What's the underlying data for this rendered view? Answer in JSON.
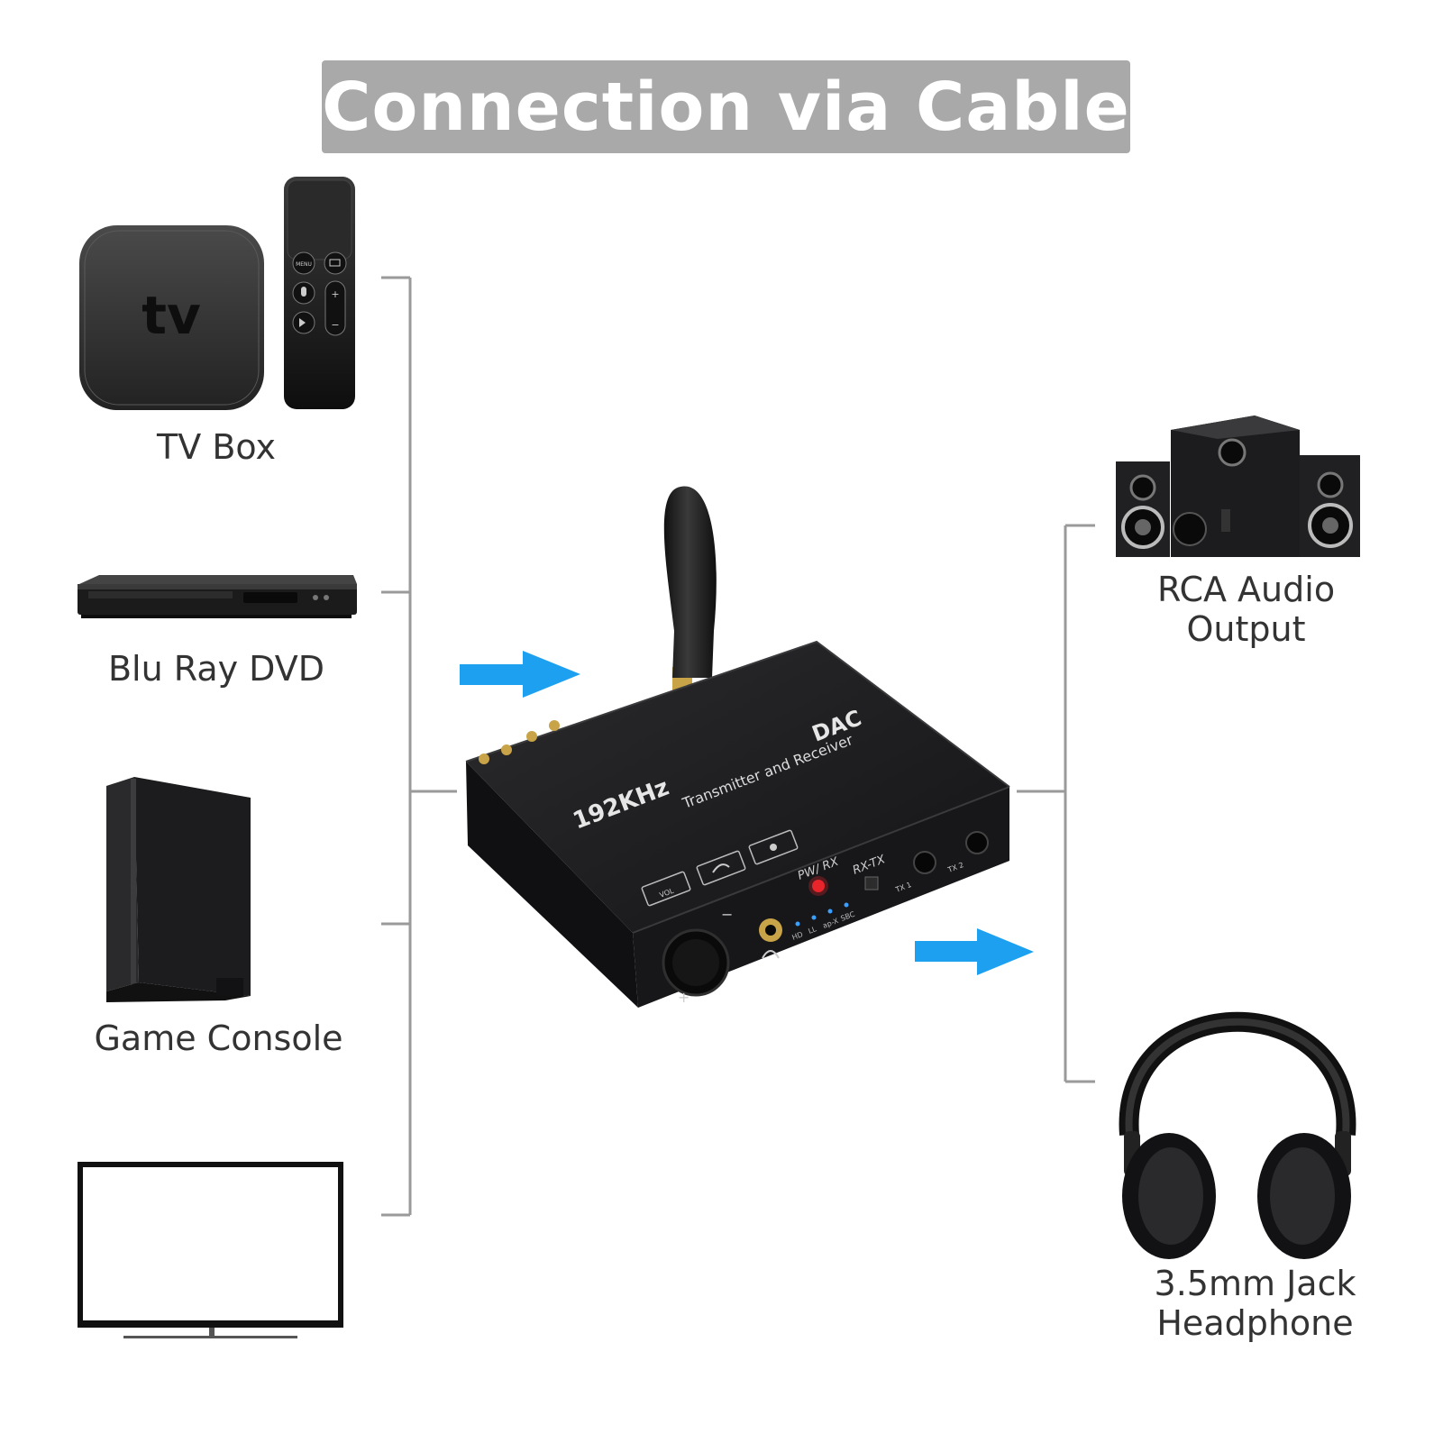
{
  "title": "Connection via Cable",
  "sources": [
    {
      "name": "tv-box",
      "label": "TV Box",
      "icon": "tv-box-icon",
      "logo": "tv"
    },
    {
      "name": "blu-ray-dvd",
      "label": "Blu Ray DVD",
      "icon": "dvd-player-icon"
    },
    {
      "name": "game-console",
      "label": "Game Console",
      "icon": "game-console-icon"
    },
    {
      "name": "tv-monitor",
      "icon": "tv-monitor-icon"
    }
  ],
  "remote": {
    "menu": "MENU",
    "plus": "+",
    "minus": "−"
  },
  "device": {
    "icon": "dac-device-icon",
    "model": "192KHz",
    "name": "DAC",
    "subtitle": "Transmitter and Receiver",
    "pw_rx": "PW/ RX",
    "rx_tx": "RX-TX",
    "tx1": "TX 1",
    "tx2": "TX 2",
    "vol": "VOL",
    "codec_leds": [
      "HD",
      "LL",
      "ap-X",
      "SBC"
    ],
    "led_color": "#e8262b",
    "plus": "+",
    "minus": "−"
  },
  "outputs_1": {
    "label_line1": "RCA Audio",
    "label_line2": "Output",
    "icon": "speakers-icon"
  },
  "outputs_2": {
    "label_line1": "3.5mm Jack",
    "label_line2": "Headphone",
    "icon": "headphone-icon"
  },
  "colors": {
    "arrow": "#1ea0f0",
    "connector_line": "#9a9a9a",
    "title_bg": "#a9a9a9",
    "device_body": "#1c1c1e"
  }
}
